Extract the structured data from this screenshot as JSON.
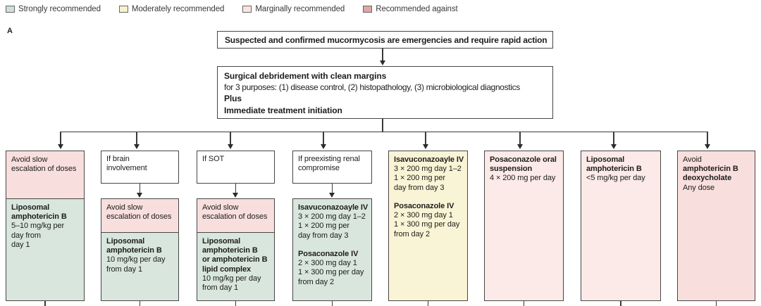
{
  "panel_label": "A",
  "legend": {
    "items": [
      {
        "id": "strongly",
        "label": "Strongly recommended",
        "color": "#cfe0d6"
      },
      {
        "id": "moderately",
        "label": "Moderately recommended",
        "color": "#f8f2d0"
      },
      {
        "id": "marginally",
        "label": "Marginally recommended",
        "color": "#fbe5e2"
      },
      {
        "id": "against",
        "label": "Recommended against",
        "color": "#dfa7a2"
      }
    ]
  },
  "colors": {
    "strong": "#d9e6dd",
    "moderate": "#faf4d6",
    "marginal": "#fbeae7",
    "against": "#f8dfde",
    "border": "#464646",
    "line": "#3a3a3a"
  },
  "top_box": {
    "text": "Suspected and confirmed mucormycosis are emergencies and require rapid action"
  },
  "surgery_box": {
    "lines": [
      {
        "text": "Surgical debridement with clean margins",
        "bold": true
      },
      {
        "text": "for 3 purposes: (1) disease control, (2) histopathology, (3) microbiological diagnostics",
        "bold": false
      },
      {
        "text": "Plus",
        "bold": true
      },
      {
        "text": "Immediate treatment initiation",
        "bold": true
      }
    ]
  },
  "columns": [
    {
      "id": "col-1",
      "condition": null,
      "sections": [
        {
          "tone": "against",
          "lines": [
            {
              "text": "Avoid slow"
            },
            {
              "text": "escalation of doses"
            }
          ]
        },
        {
          "tone": "strong",
          "lines": [
            {
              "text": "Liposomal",
              "bold": true
            },
            {
              "text": "amphotericin B",
              "bold": true
            },
            {
              "text": "5–10 mg/kg per"
            },
            {
              "text": "day from"
            },
            {
              "text": "day 1"
            }
          ]
        }
      ]
    },
    {
      "id": "col-2",
      "condition": {
        "lines": [
          {
            "text": "If brain"
          },
          {
            "text": "involvement"
          }
        ]
      },
      "sections": [
        {
          "tone": "against",
          "lines": [
            {
              "text": "Avoid slow"
            },
            {
              "text": "escalation of doses"
            }
          ]
        },
        {
          "tone": "strong",
          "lines": [
            {
              "text": "Liposomal",
              "bold": true
            },
            {
              "text": "amphotericin B",
              "bold": true
            },
            {
              "text": "10 mg/kg per day"
            },
            {
              "text": "from day 1"
            }
          ]
        }
      ]
    },
    {
      "id": "col-3",
      "condition": {
        "lines": [
          {
            "text": "If SOT"
          }
        ]
      },
      "sections": [
        {
          "tone": "against",
          "lines": [
            {
              "text": "Avoid slow"
            },
            {
              "text": "escalation of doses"
            }
          ]
        },
        {
          "tone": "strong",
          "lines": [
            {
              "text": "Liposomal",
              "bold": true
            },
            {
              "text": "amphotericin B",
              "bold": true
            },
            {
              "text": "or amphotericin B",
              "bold": true
            },
            {
              "text": "lipid complex",
              "bold": true
            },
            {
              "text": "10 mg/kg per day"
            },
            {
              "text": "from day 1"
            }
          ]
        }
      ]
    },
    {
      "id": "col-4",
      "condition": {
        "lines": [
          {
            "text": "If preexisting renal"
          },
          {
            "text": "compromise"
          }
        ]
      },
      "sections": [
        {
          "tone": "strong",
          "lines": [
            {
              "text": "Isavuconazoayle IV",
              "bold": true
            },
            {
              "text": "3 × 200 mg day 1–2"
            },
            {
              "text": "1 × 200 mg per"
            },
            {
              "text": "day from day 3"
            },
            {
              "text": ""
            },
            {
              "text": "Posaconazole IV",
              "bold": true
            },
            {
              "text": "2 × 300 mg day 1"
            },
            {
              "text": "1 × 300 mg per day"
            },
            {
              "text": "from day 2"
            }
          ]
        }
      ]
    },
    {
      "id": "col-5",
      "condition": null,
      "sections": [
        {
          "tone": "moderate",
          "lines": [
            {
              "text": "Isavuconazoayle IV",
              "bold": true
            },
            {
              "text": "3 × 200 mg day 1–2"
            },
            {
              "text": "1 × 200 mg per"
            },
            {
              "text": "day from day 3"
            },
            {
              "text": ""
            },
            {
              "text": "Posaconazole IV",
              "bold": true
            },
            {
              "text": "2 × 300 mg day 1"
            },
            {
              "text": "1 × 300 mg per day"
            },
            {
              "text": "from day 2"
            }
          ]
        }
      ]
    },
    {
      "id": "col-6",
      "condition": null,
      "sections": [
        {
          "tone": "marginal",
          "lines": [
            {
              "text": "Posaconazole oral",
              "bold": true
            },
            {
              "text": "suspension",
              "bold": true
            },
            {
              "text": "4 × 200 mg per day"
            }
          ]
        }
      ]
    },
    {
      "id": "col-7",
      "condition": null,
      "sections": [
        {
          "tone": "marginal",
          "lines": [
            {
              "text": "Liposomal",
              "bold": true
            },
            {
              "text": "amphotericin B",
              "bold": true
            },
            {
              "text": "<5 mg/kg per day"
            }
          ]
        }
      ]
    },
    {
      "id": "col-8",
      "condition": null,
      "sections": [
        {
          "tone": "against",
          "lines": [
            {
              "text": "Avoid"
            },
            {
              "text": "amphotericin B",
              "bold": true
            },
            {
              "text": "deoxycholate",
              "bold": true
            },
            {
              "text": "Any dose"
            }
          ]
        }
      ]
    }
  ]
}
